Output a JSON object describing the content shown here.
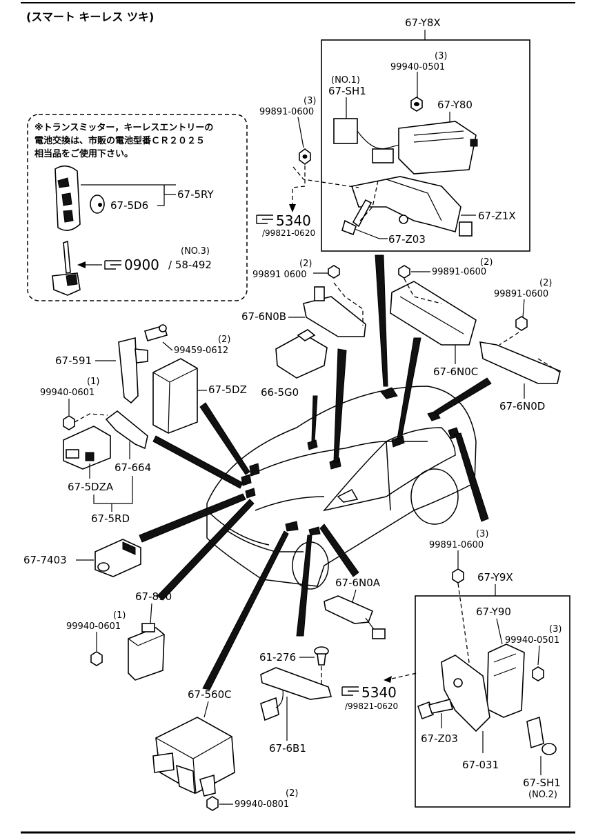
{
  "title": "(スマート キーレス ツキ)",
  "note": {
    "lines": [
      "※トランスミッター，キーレスエントリーの",
      "電池交換は、市販の電池型番ＣＲ２０２５",
      "相当品をご使用下さい。"
    ]
  },
  "labels": {
    "y8x": "67-Y8X",
    "q3_a": "(3)",
    "p_9994_0501_a": "99940-0501",
    "no1": "(NO.1)",
    "sh1_a": "67-SH1",
    "y80": "67-Y80",
    "q3_b": "(3)",
    "p_99891_0600_a": "99891-0600",
    "z1x": "67-Z1X",
    "ref5340_a": "5340",
    "ref99821_a": "/99821-0620",
    "z03_a": "67-Z03",
    "rd5": "67-5RY",
    "d6": "67-5D6",
    "no3": "(NO.3)",
    "ref0900": "0900",
    "ref58492": "/ 58-492",
    "q2_a": "(2)",
    "p_99891_0600_b": "99891 0600",
    "n0b": "67-6N0B",
    "q2_b": "(2)",
    "p_99891_0600_c": "99891-0600",
    "q2_c": "(2)",
    "p_99891_0600_d": "99891-0600",
    "n0c": "67-6N0C",
    "n0d": "67-6N0D",
    "p591": "67-591",
    "q2_d": "(2)",
    "p_99459_0612": "99459-0612",
    "dz": "67-5DZ",
    "g0": "66-5G0",
    "q1_a": "(1)",
    "p_99940_0601_a": "99940-0601",
    "p664": "67-664",
    "dza": "67-5DZA",
    "rd": "67-5RD",
    "p7403": "67-7403",
    "q3_c": "(3)",
    "p_99891_0600_e": "99891-0600",
    "y9x": "67-Y9X",
    "y90": "67-Y90",
    "q3_d": "(3)",
    "p_99940_0501_b": "99940-0501",
    "n0a": "67-6N0A",
    "p890": "67-890",
    "q1_b": "(1)",
    "p_99940_0601_b": "99940-0601",
    "p61276": "61-276",
    "ref5340_b": "5340",
    "ref99821_b": "/99821-0620",
    "p560c": "67-560C",
    "b1": "67-6B1",
    "z03_b": "67-Z03",
    "p031": "67-031",
    "sh1_b": "67-SH1",
    "no2": "(NO.2)",
    "q2_e": "(2)",
    "p_99940_0801": "99940-0801"
  }
}
